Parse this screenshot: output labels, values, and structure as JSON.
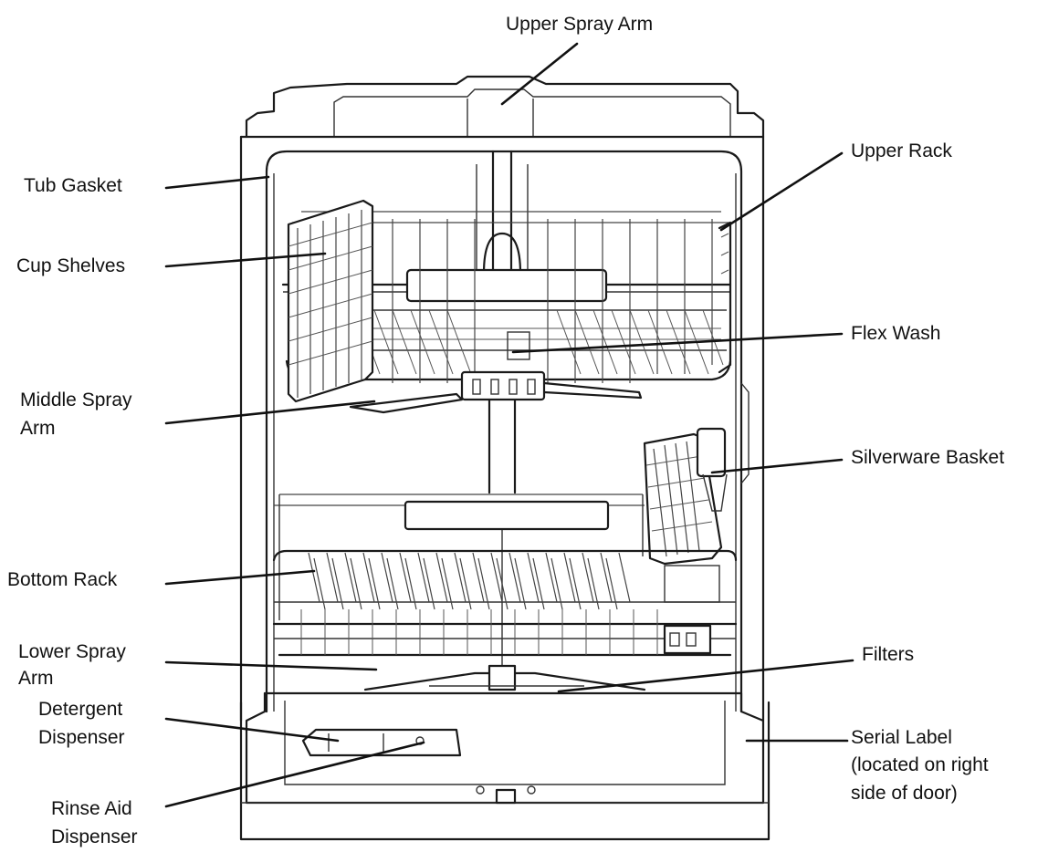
{
  "diagram": {
    "labels": {
      "upper_spray_arm": "Upper Spray Arm",
      "tub_gasket": "Tub Gasket",
      "upper_rack": "Upper Rack",
      "cup_shelves": "Cup Shelves",
      "flex_wash": "Flex Wash",
      "middle_spray_arm_1": "Middle Spray",
      "middle_spray_arm_2": "Arm",
      "silverware_basket": "Silverware Basket",
      "bottom_rack": "Bottom Rack",
      "lower_spray_arm_1": "Lower Spray",
      "lower_spray_arm_2": "Arm",
      "filters": "Filters",
      "detergent_dispenser_1": "Detergent",
      "detergent_dispenser_2": "Dispenser",
      "serial_label_1": "Serial Label",
      "serial_label_2": "(located on right",
      "serial_label_3": "side of door)",
      "rinse_aid_dispenser_1": "Rinse Aid",
      "rinse_aid_dispenser_2": "Dispenser"
    }
  }
}
